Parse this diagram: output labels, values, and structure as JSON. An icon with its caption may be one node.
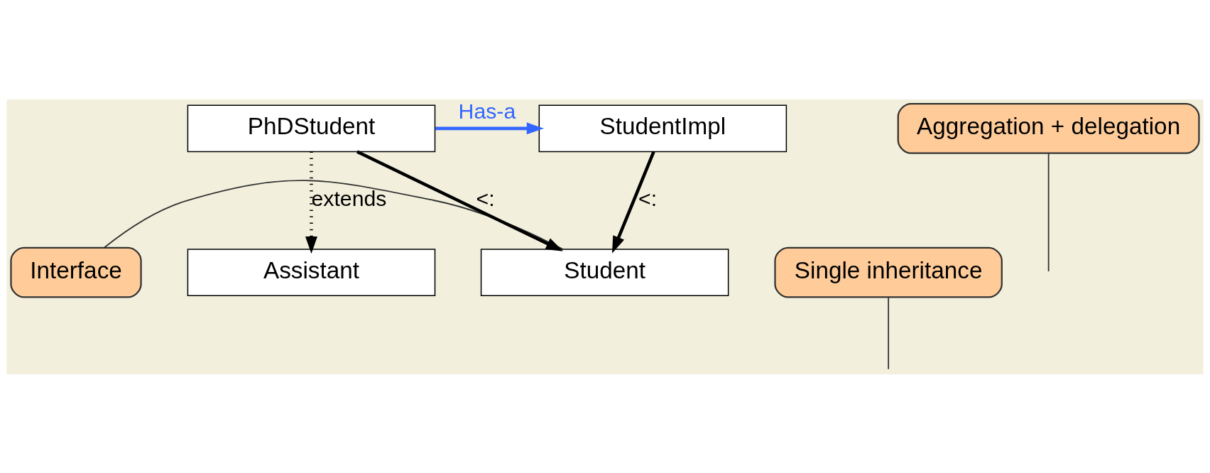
{
  "diagram": {
    "nodes": [
      {
        "text": [
          "Interface"
        ]
      },
      {
        "text": [
          "Student"
        ]
      },
      {
        "text": [
          "Assistant"
        ]
      },
      {
        "text": [
          "Single inheritance"
        ]
      },
      {
        "text": [
          "StudentImpl"
        ]
      },
      {
        "text": [
          "PhDStudent"
        ]
      },
      {
        "text": [
          "Aggregation + delegation"
        ]
      }
    ],
    "edges": [
      {
        "from": 0,
        "to": 1,
        "arrow": "none"
      },
      {
        "from": 4,
        "to": 1,
        "arrow": "to",
        "label": "<:"
      },
      {
        "from": 5,
        "to": 1,
        "arrow": "to",
        "label": "<:"
      },
      {
        "from": 5,
        "to": 2,
        "arrow": "to",
        "label": "extends",
        "style": "dashed"
      },
      {
        "from": 3,
        "to": null,
        "arrow": "none"
      },
      {
        "from": 5,
        "to": 4,
        "arrow": "to",
        "label": "Has-a",
        "color": "#3366ff"
      },
      {
        "from": 6,
        "to": null,
        "arrow": "none"
      }
    ]
  }
}
